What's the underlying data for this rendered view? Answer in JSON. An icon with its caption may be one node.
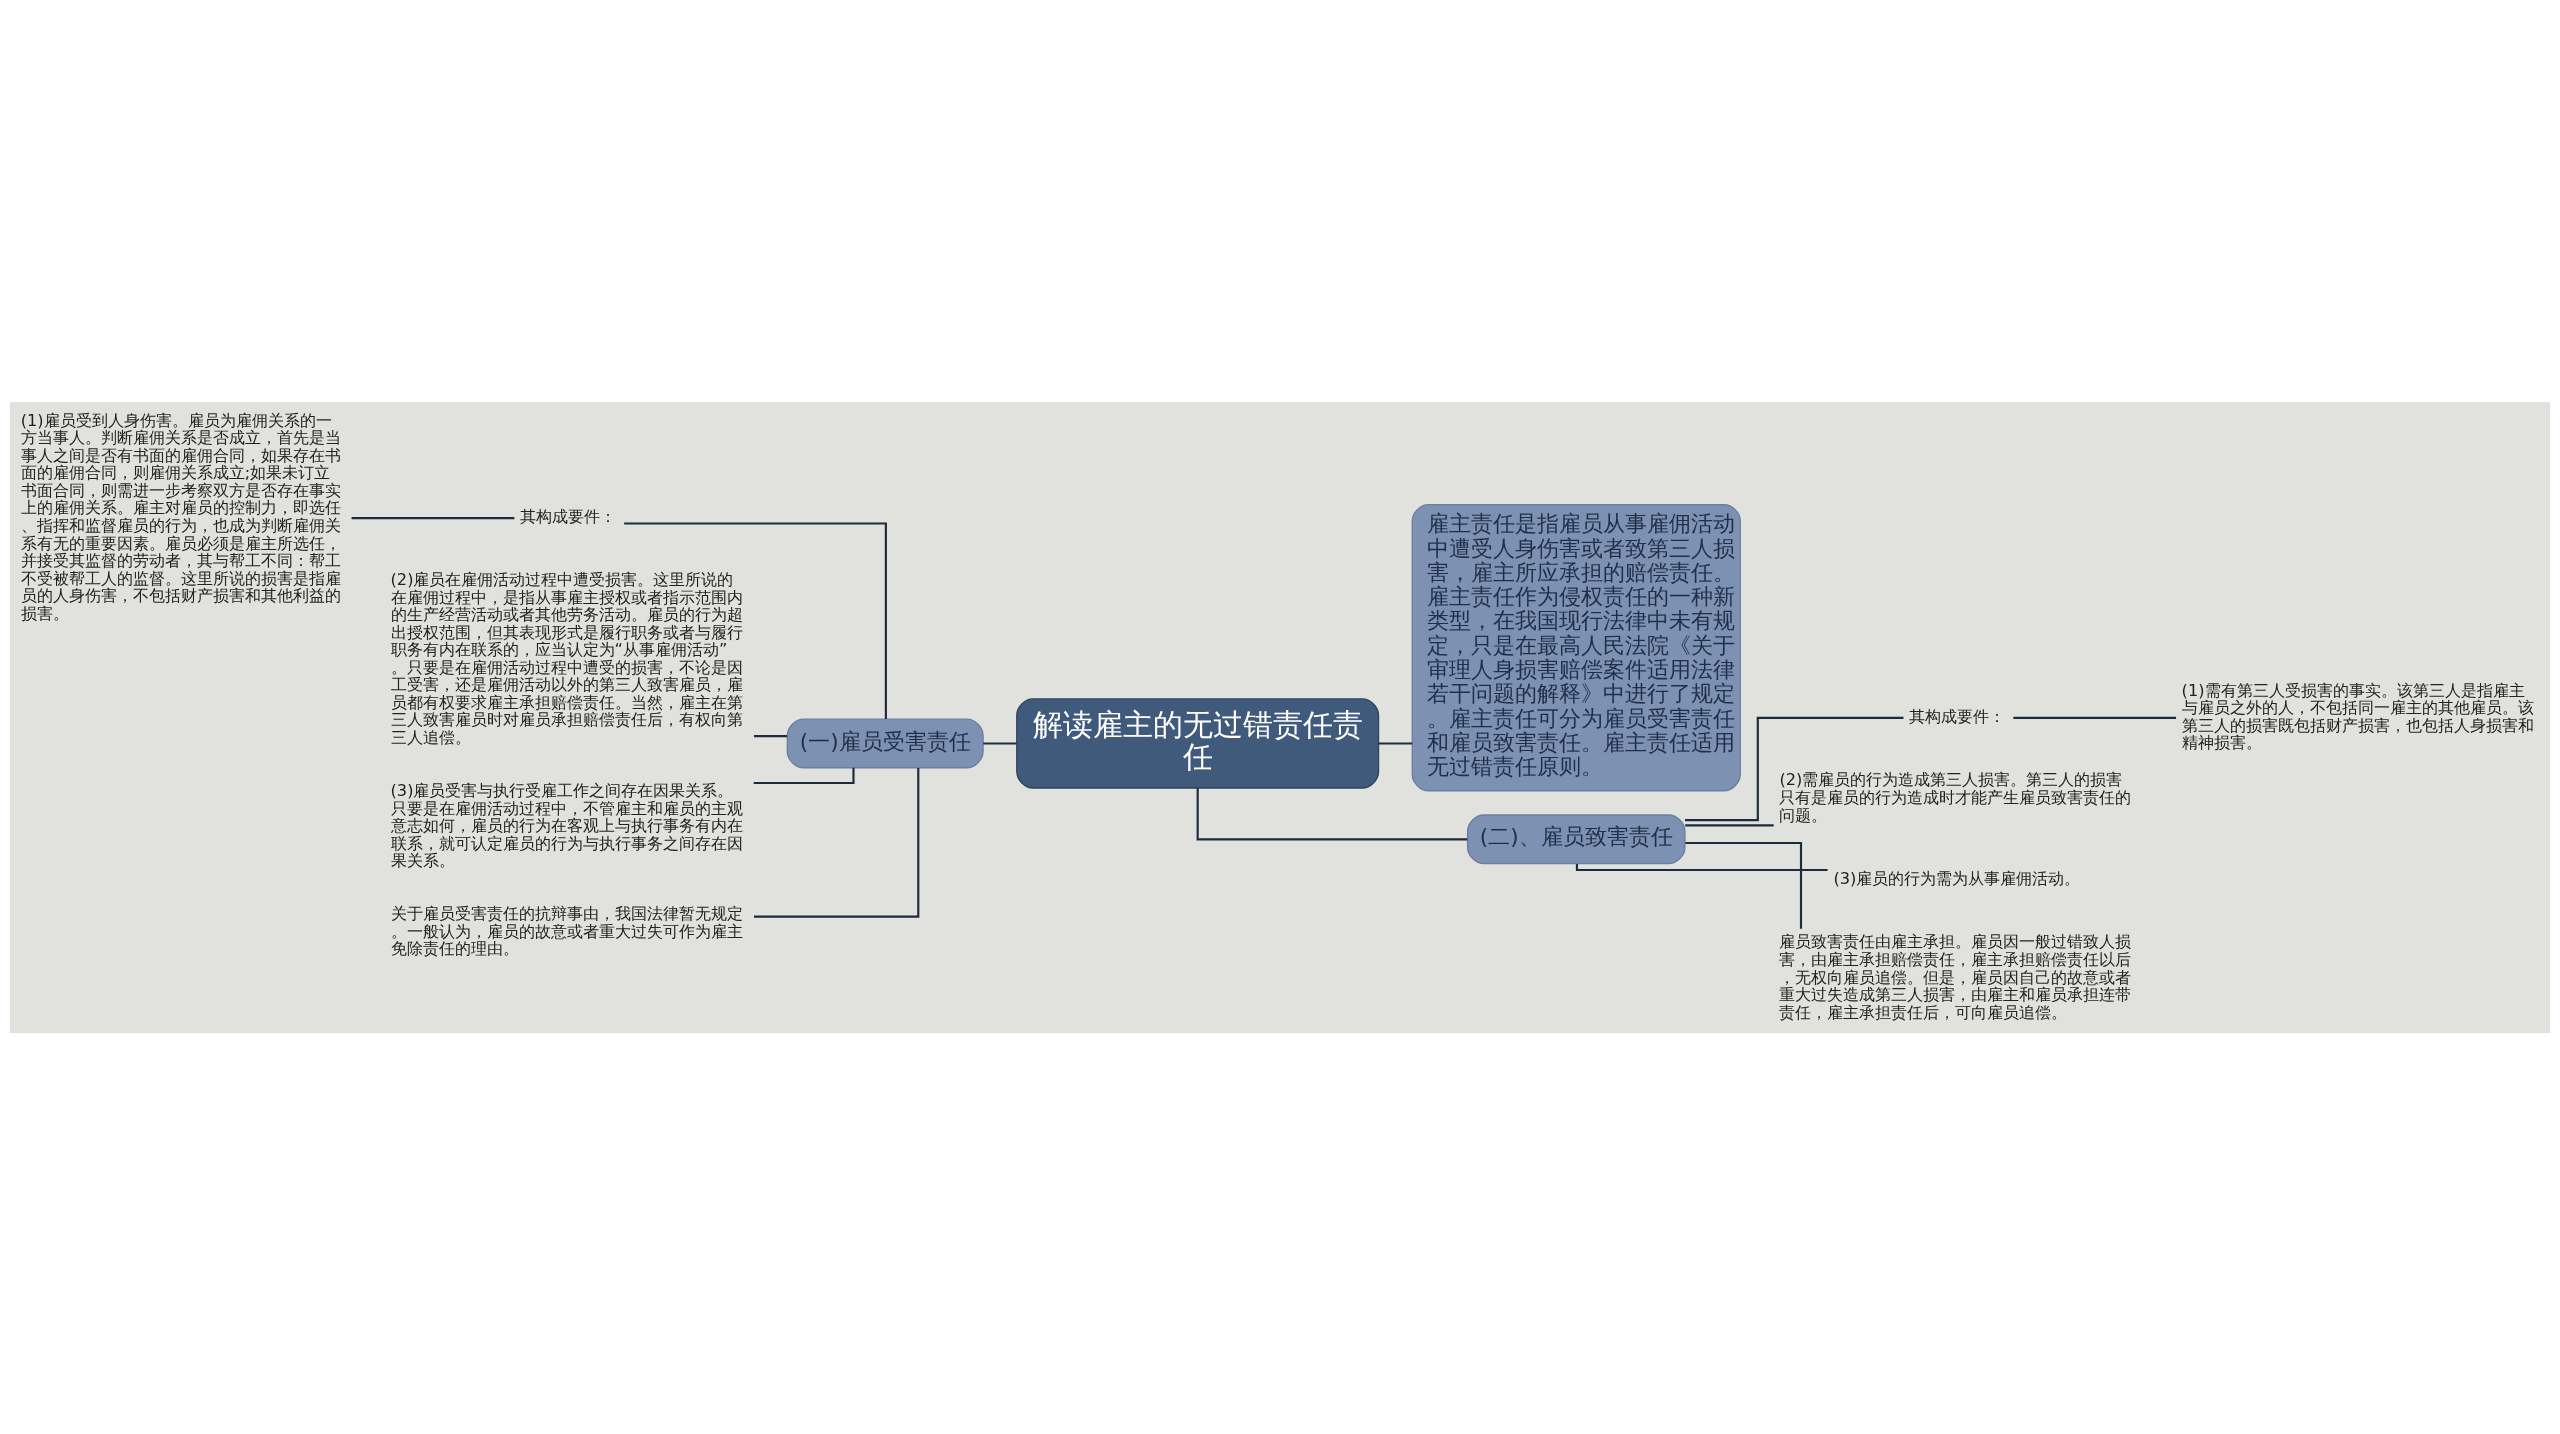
{
  "diagram": {
    "nodes": [
      {
        "text": [
          "解读雇主的无过错责任责任"
        ]
      },
      {
        "text": [
          "(一)雇员受害责任"
        ]
      },
      {
        "text": [
          "其构成要件："
        ]
      },
      {
        "text": [
          "(1)雇员受到人身伤害。雇员为雇佣关系的一方当事人。判断雇佣关系是否成立，首先是当事人之间是否有书面的雇佣合同，如果存在书面的雇佣合同，则雇佣关系成立;如果未订立书面合同，则需进一步考察双方是否存在事实上的雇佣关系。雇主对雇员的控制力，即选任、指挥和监督雇员的行为，也成为判断雇佣关系有无的重要因素。雇员必须是雇主所选任，并接受其监督的劳动者，其与帮工不同：帮工不受被帮工人的监督。这里所说的损害是指雇员的人身伤害，不包括财产损害和其他利益的损害。"
        ]
      },
      {
        "text": [
          "(2)雇员在雇佣活动过程中遭受损害。这里所说的在雇佣过程中，是指从事雇主授权或者指示范围内的生产经营活动或者其他劳务活动。雇员的行为超出授权范围，但其表现形式是履行职务或者与履行职务有内在联系的，应当认定为“从事雇佣活动”。只要是在雇佣活动过程中遭受的损害，不论是因工受害，还是雇佣活动以外的第三人致害雇员，雇员都有权要求雇主承担赔偿责任。当然，雇主在第三人致害雇员时对雇员承担赔偿责任后，有权向第三人追偿。"
        ]
      },
      {
        "text": [
          "(3)雇员受害与执行受雇工作之间存在因果关系。只要是在雇佣活动过程中，不管雇主和雇员的主观意志如何，雇员的行为在客观上与执行事务有内在联系，就可认定雇员的行为与执行事务之间存在因果关系。"
        ]
      },
      {
        "text": [
          "关于雇员受害责任的抗辩事由，我国法律暂无规定。一般认为，雇员的故意或者重大过失可作为雇主免除责任的理由。"
        ]
      },
      {
        "text": [
          "雇主责任是指雇员从事雇佣活动中遭受人身伤害或者致第三人损害，雇主所应承担的赔偿责任。雇主责任作为侵权责任的一种新类型，在我国现行法律中未有规定，只是在最高人民法院《关于审理人身损害赔偿案件适用法律若干问题的解释》中进行了规定。雇主责任可分为雇员受害责任和雇员致害责任。雇主责任适用无过错责任原则。"
        ]
      },
      {
        "text": [
          "(二)、雇员致害责任"
        ]
      },
      {
        "text": [
          "其构成要件："
        ]
      },
      {
        "text": [
          "(1)需有第三人受损害的事实。该第三人是指雇主与雇员之外的人，不包括同一雇主的其他雇员。该第三人的损害既包括财产损害，也包括人身损害和精神损害。"
        ]
      },
      {
        "text": [
          "(2)需雇员的行为造成第三人损害。第三人的损害只有是雇员的行为造成时才能产生雇员致害责任的问题。"
        ]
      },
      {
        "text": [
          "(3)雇员的行为需为从事雇佣活动。"
        ]
      },
      {
        "text": [
          "雇员致害责任由雇主承担。雇员因一般过错致人损害，由雇主承担赔偿责任，雇主承担赔偿责任以后，无权向雇员追偿。但是，雇员因自己的故意或者重大过失造成第三人损害，由雇主和雇员承担连带责任，雇主承担责任后，可向雇员追偿。"
        ]
      }
    ],
    "edges": [
      {
        "from": 0,
        "to": 1,
        "arrow": "none"
      },
      {
        "from": 1,
        "to": 2,
        "arrow": "none"
      },
      {
        "from": 2,
        "to": 3,
        "arrow": "none"
      },
      {
        "from": 1,
        "to": 4,
        "arrow": "none"
      },
      {
        "from": 1,
        "to": 5,
        "arrow": "none"
      },
      {
        "from": 1,
        "to": 6,
        "arrow": "none"
      },
      {
        "from": 0,
        "to": 7,
        "arrow": "none"
      },
      {
        "from": 0,
        "to": 8,
        "arrow": "none"
      },
      {
        "from": 8,
        "to": 9,
        "arrow": "none"
      },
      {
        "from": 9,
        "to": 10,
        "arrow": "none"
      },
      {
        "from": 8,
        "to": 11,
        "arrow": "none"
      },
      {
        "from": 8,
        "to": 12,
        "arrow": "none"
      },
      {
        "from": 8,
        "to": 13,
        "arrow": "none"
      }
    ]
  }
}
